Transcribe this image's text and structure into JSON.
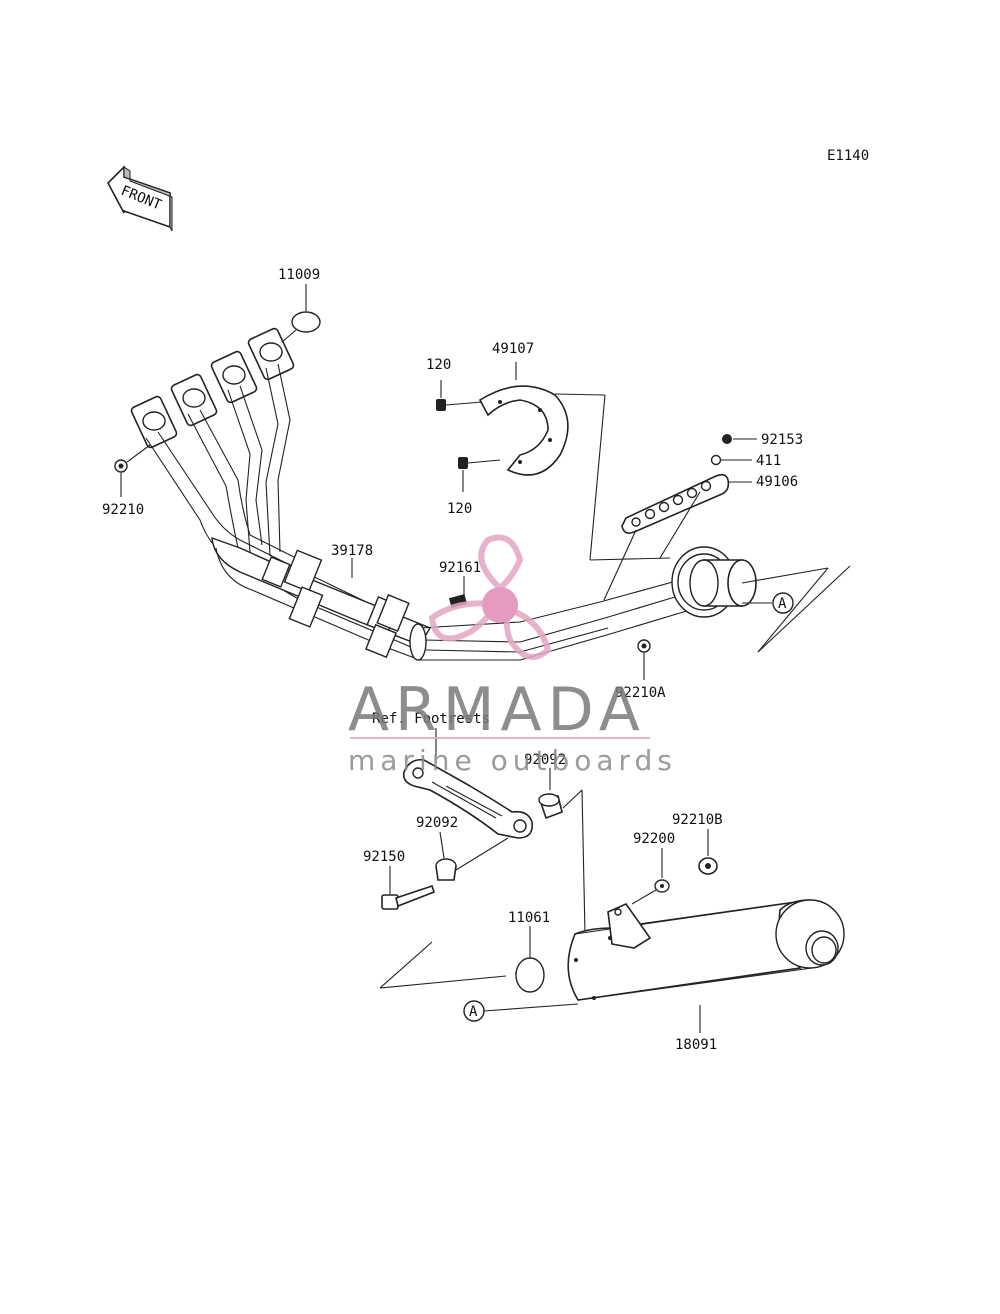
{
  "diagram": {
    "code": "E1140",
    "front_label": "FRONT",
    "ref_label": "Ref. Footrests",
    "ref_marker": "A",
    "parts": {
      "p11009": "11009",
      "p120_top": "120",
      "p120_bottom": "120",
      "p49107": "49107",
      "p92153": "92153",
      "p411": "411",
      "p49106": "49106",
      "p92210": "92210",
      "p39178": "39178",
      "p92161": "92161",
      "p92210A": "92210A",
      "p92092_right": "92092",
      "p92092_left": "92092",
      "p92210B": "92210B",
      "p92200": "92200",
      "p92150": "92150",
      "p11061": "11061",
      "p18091": "18091"
    }
  },
  "watermark": {
    "brand": "ARMADA",
    "tagline": "marine outboards",
    "colors": {
      "text": "#7a7a7a",
      "accent": "#e3a6c3",
      "accent_dark": "#e08ab5"
    }
  }
}
